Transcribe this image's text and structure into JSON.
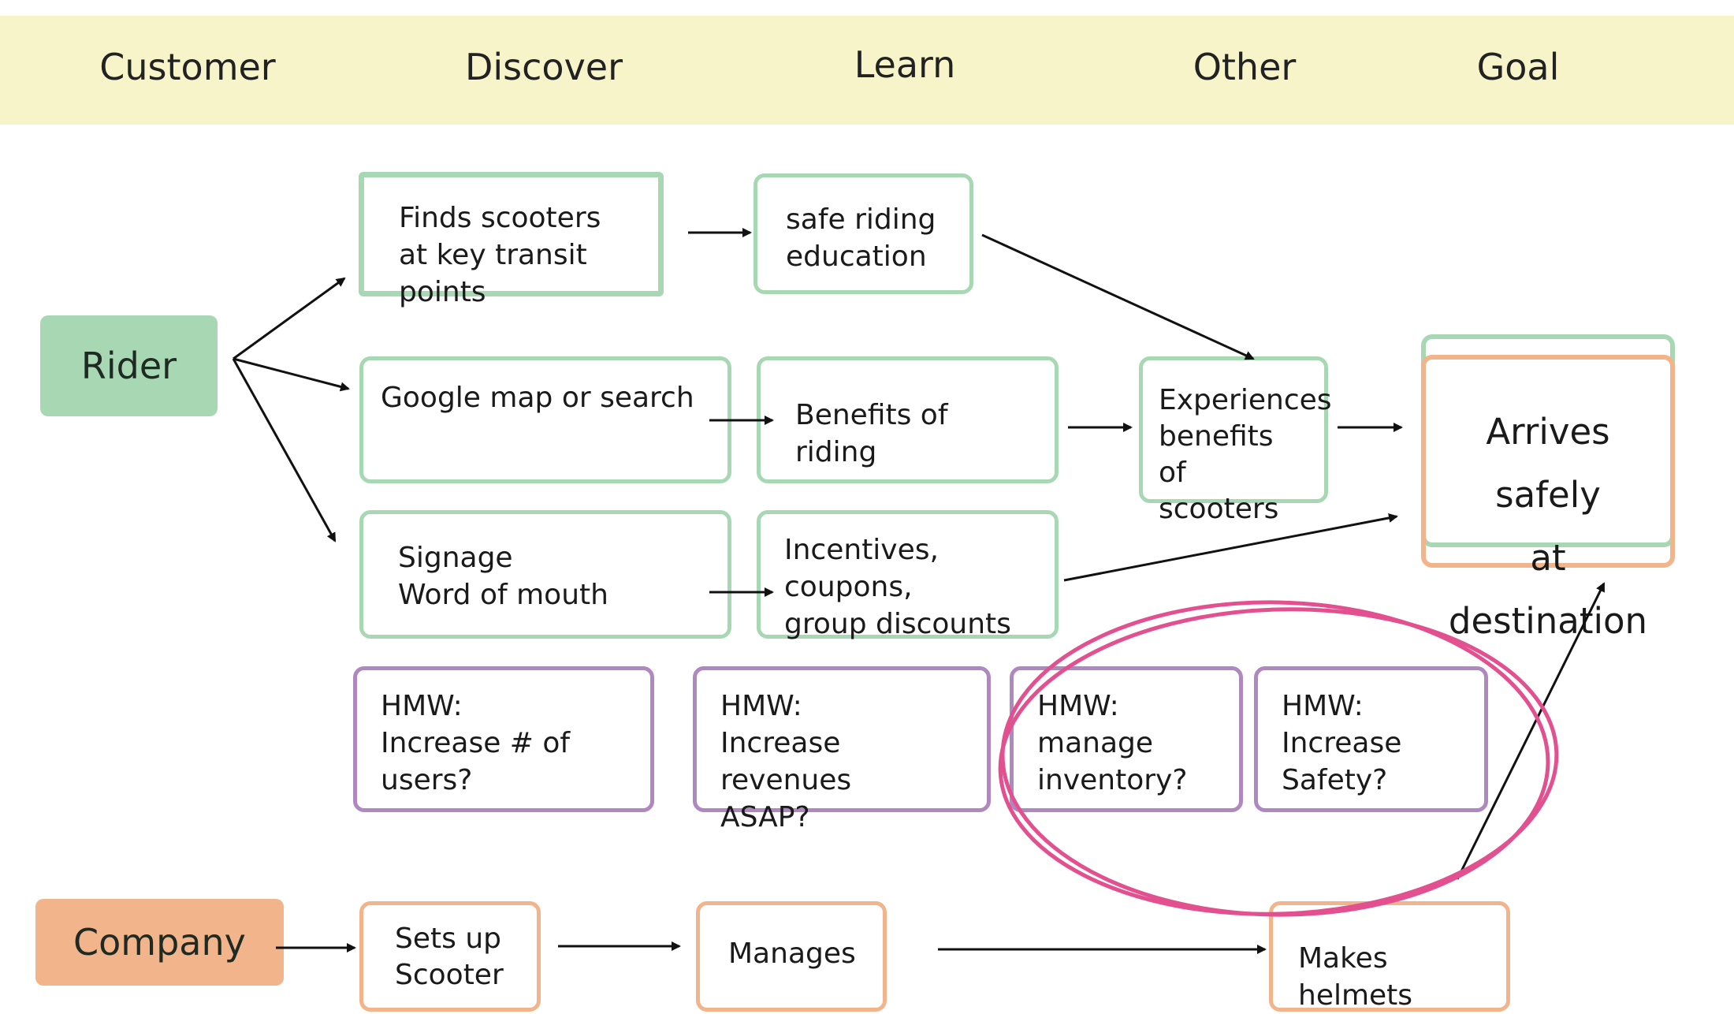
{
  "header": {
    "columns": [
      "Customer",
      "Discover",
      "Learn",
      "Other",
      "Goal"
    ]
  },
  "actors": {
    "rider": "Rider",
    "company": "Company"
  },
  "rider_flow": {
    "discover": [
      "Finds scooters\nat key transit points",
      "Google map or search",
      "Signage\nWord of mouth"
    ],
    "learn": [
      "safe riding\neducation",
      "Benefits of riding",
      "Incentives, coupons,\ngroup discounts"
    ],
    "other": "Experiences\nbenefits\nof scooters",
    "goal": "Arrives safely\nat destination"
  },
  "hmw": [
    "HMW:\nIncrease # of users?",
    "HMW:\nIncrease revenues\nASAP?",
    "HMW:\nmanage\ninventory?",
    "HMW:\nIncrease Safety?"
  ],
  "company_flow": [
    "Sets up\nScooter",
    "Manages",
    "Makes helmets"
  ],
  "colors": {
    "header_band": "#f6f4c8",
    "rider_fill": "#a8d8b3",
    "company_fill": "#f2b48a",
    "green_border": "#a8d8b3",
    "purple_border": "#b088c0",
    "orange_border": "#f2b48a",
    "highlight_circle": "#e2508f"
  }
}
